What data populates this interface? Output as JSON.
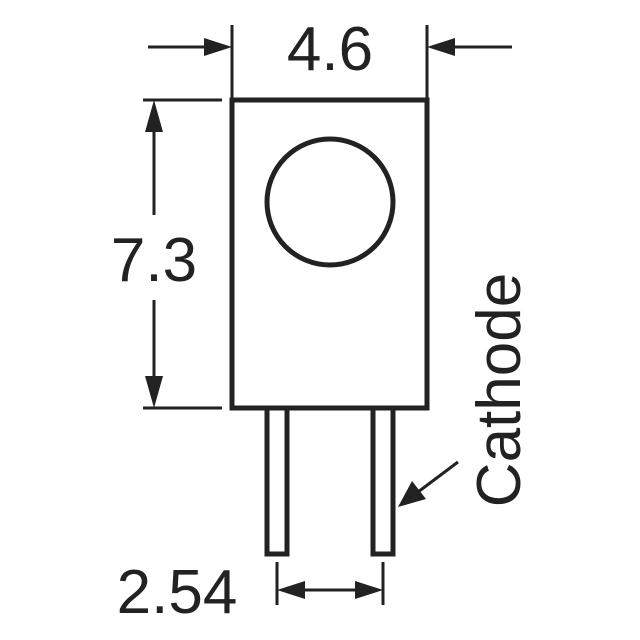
{
  "dimensions": {
    "width": "4.6",
    "height": "7.3",
    "pin_pitch": "2.54"
  },
  "labels": {
    "pin": "Cathode"
  },
  "colors": {
    "line": "#222222",
    "background": "#ffffff"
  }
}
